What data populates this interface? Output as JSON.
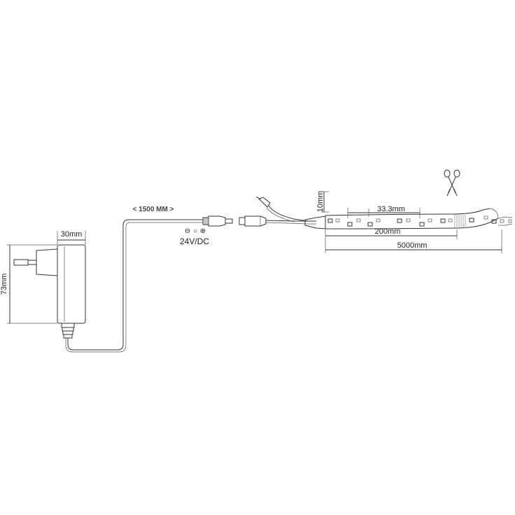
{
  "labels": {
    "adapter_width": "30mm",
    "adapter_height": "73mm",
    "cable_length": "< 1500 MM >",
    "voltage": "24V/DC",
    "strip_width": "10mm",
    "led_pitch": "33.3mm",
    "cut_length": "200mm",
    "strip_length": "5000mm"
  },
  "polarity": {
    "minus": "⊖",
    "neutral": "○",
    "plus": "⊕"
  },
  "icons": {
    "cut": "scissors-icon"
  }
}
